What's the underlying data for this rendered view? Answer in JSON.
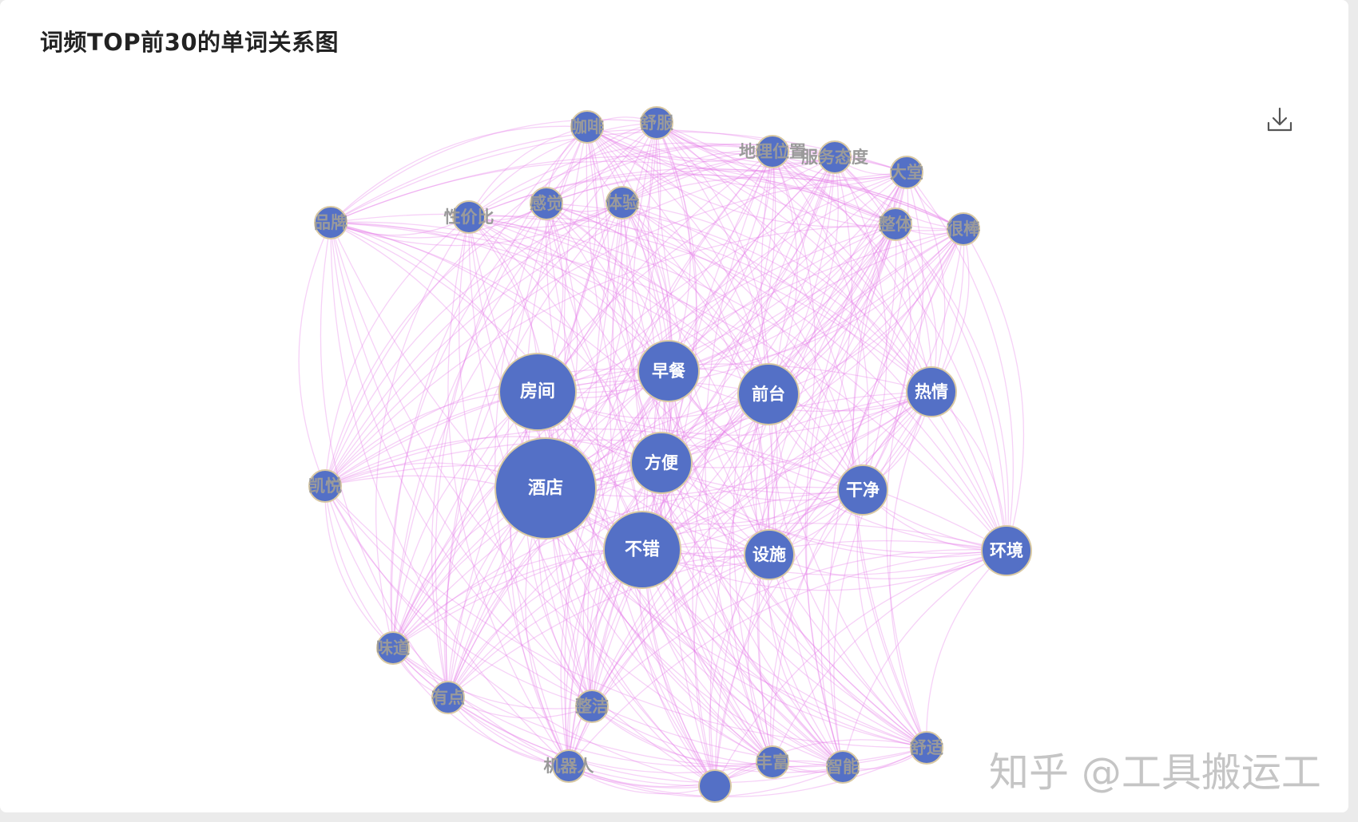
{
  "title": "词频TOP前30的单词关系图",
  "watermark": "知乎 @工具搬运工",
  "download_icon": "download-icon",
  "colors": {
    "node_fill": "#5470c6",
    "node_stroke": "#d9c9a3",
    "edge": "#e67ce8",
    "label_on_node": "#ffffff",
    "label_outside": "#9a9a9a"
  },
  "nodes": [
    {
      "name": "酒店",
      "size": 5
    },
    {
      "name": "房间",
      "size": 4
    },
    {
      "name": "不错",
      "size": 4
    },
    {
      "name": "前台",
      "size": 3
    },
    {
      "name": "早餐",
      "size": 3
    },
    {
      "name": "方便",
      "size": 3
    },
    {
      "name": "干净",
      "size": 2
    },
    {
      "name": "设施",
      "size": 2
    },
    {
      "name": "环境",
      "size": 2
    },
    {
      "name": "热情",
      "size": 2
    },
    {
      "name": "舒服",
      "size": 1
    },
    {
      "name": "咖啡",
      "size": 1
    },
    {
      "name": "地理位置",
      "size": 1
    },
    {
      "name": "服务态度",
      "size": 1
    },
    {
      "name": "大堂",
      "size": 1
    },
    {
      "name": "整体",
      "size": 1
    },
    {
      "name": "很棒",
      "size": 1
    },
    {
      "name": "品牌",
      "size": 1
    },
    {
      "name": "性价比",
      "size": 1
    },
    {
      "name": "感觉",
      "size": 1
    },
    {
      "name": "体验",
      "size": 1
    },
    {
      "name": "凯悦",
      "size": 1
    },
    {
      "name": "味道",
      "size": 1
    },
    {
      "name": "有点",
      "size": 1
    },
    {
      "name": "整洁",
      "size": 1
    },
    {
      "name": "机器人",
      "size": 1
    },
    {
      "name": "丰富",
      "size": 1
    },
    {
      "name": "智能",
      "size": 1
    },
    {
      "name": "舒适",
      "size": 1
    },
    {
      "name": "",
      "size": 1
    }
  ]
}
